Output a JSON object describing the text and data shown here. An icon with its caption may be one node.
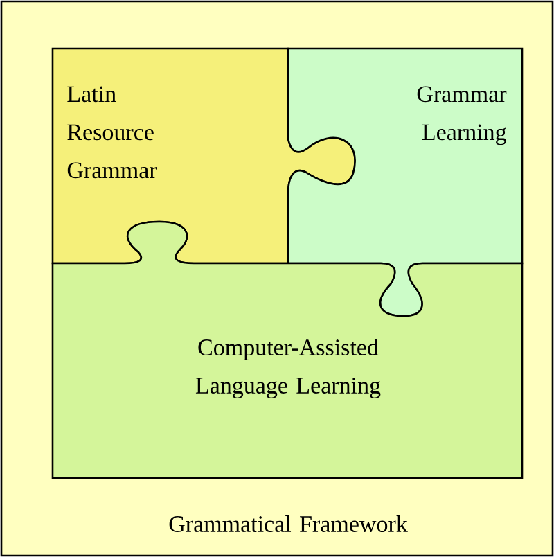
{
  "diagram": {
    "nodes": [
      {
        "text": [
          "Grammatical Framework"
        ]
      },
      {
        "text": [
          "Latin Resource Grammar"
        ],
        "in": 0
      },
      {
        "text": [
          "Grammar Learning"
        ],
        "in": 0
      },
      {
        "text": [
          "Computer-Assisted Language Learning"
        ],
        "in": 0
      }
    ]
  }
}
